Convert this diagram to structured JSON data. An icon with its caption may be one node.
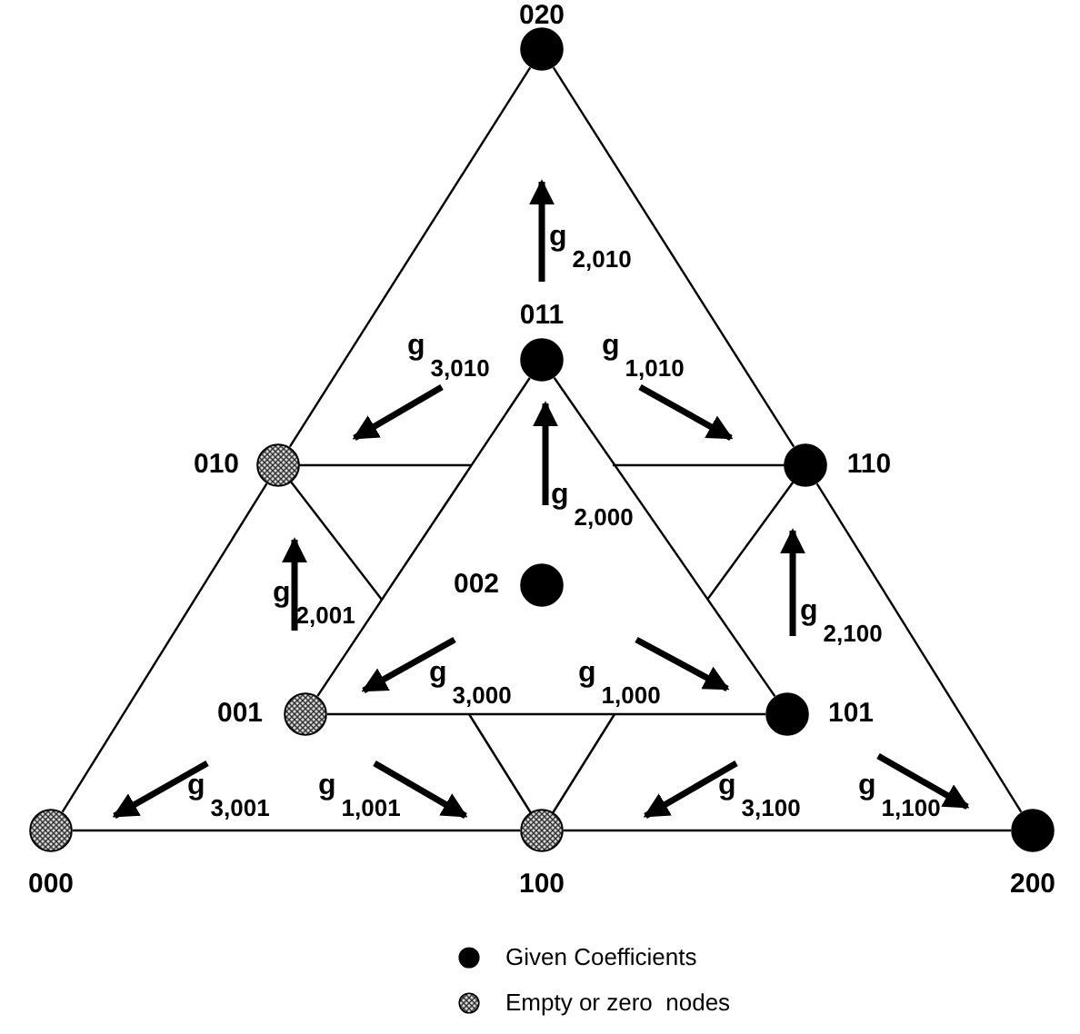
{
  "diagram": {
    "nodes": [
      {
        "text": [
          "020"
        ]
      },
      {
        "text": [
          "011"
        ]
      },
      {
        "text": [
          "010"
        ]
      },
      {
        "text": [
          "110"
        ]
      },
      {
        "text": [
          "002"
        ]
      },
      {
        "text": [
          "001"
        ]
      },
      {
        "text": [
          "101"
        ]
      },
      {
        "text": [
          "000"
        ]
      },
      {
        "text": [
          "100"
        ]
      },
      {
        "text": [
          "200"
        ]
      }
    ],
    "edges": [
      {
        "from": 7,
        "to": 2,
        "arrow": "none"
      },
      {
        "from": 2,
        "to": 0,
        "arrow": "none"
      },
      {
        "from": 0,
        "to": 3,
        "arrow": "none"
      },
      {
        "from": 3,
        "to": 9,
        "arrow": "none"
      },
      {
        "from": 7,
        "to": 8,
        "arrow": "none"
      },
      {
        "from": 8,
        "to": 9,
        "arrow": "none"
      },
      {
        "from": 1,
        "to": 5,
        "arrow": "none"
      },
      {
        "from": 1,
        "to": 6,
        "arrow": "none"
      },
      {
        "from": 5,
        "to": 6,
        "arrow": "none"
      }
    ],
    "labels": [
      "g$_{2,010}$",
      "g$_{3,010}$",
      "g$_{1,010}$",
      "g$_{2,000}$",
      "g$_{2,001}$",
      "g$_{2,100}$",
      "g$_{3,000}$",
      "g$_{1,000}$",
      "g$_{3,001}$",
      "g$_{1,001}$",
      "g$_{3,100}$",
      "g$_{1,100}$"
    ],
    "legend": [
      {
        "text": "Given Coefficients"
      },
      {
        "text": "Empty or zero  nodes"
      }
    ]
  }
}
